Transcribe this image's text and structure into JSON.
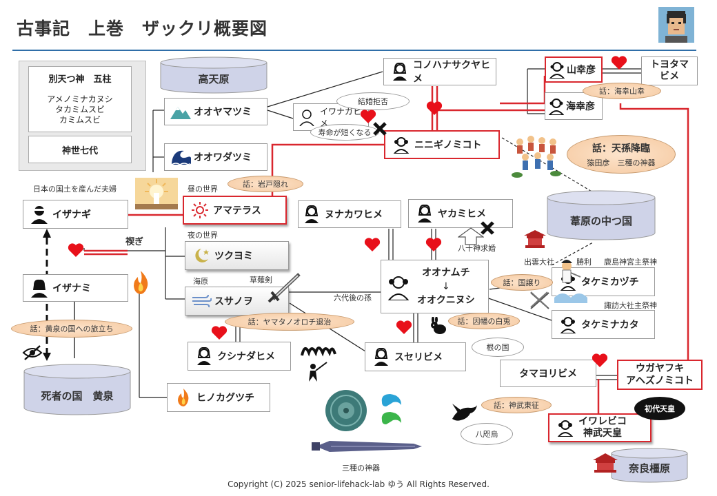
{
  "title": "古事記　上巻　ザックリ概要図",
  "copyright": "Copyright (C) 2025 senior-lifehack-lab ゆう All Rights Reserved.",
  "panel": {
    "betsuama_title": "別天つ神　五柱",
    "betsuama_names": [
      "アメノミナカヌシ",
      "タカミムスビ",
      "カミムスビ"
    ],
    "kamiyo_label": "神世七代"
  },
  "places": {
    "takamagahara": "高天原",
    "ashihara": "葦原の中つ国",
    "yomi": "死者の国　黄泉",
    "nara": "奈良橿原"
  },
  "deities": {
    "ooyamatsumi": "オオヤマツミ",
    "oowadatsumi": "オオワダツミ",
    "konohana": "コノハナサクヤヒメ",
    "iwanaga": "イワナガヒメ",
    "ninigi": "ニニギノミコト",
    "yamasachi": "山幸彦",
    "umisachi": "海幸彦",
    "toyotama": [
      "トヨタマ",
      "ビメ"
    ],
    "izanagi": "イザナギ",
    "izanami": "イザナミ",
    "amaterasu": "アマテラス",
    "tsukuyomi": "ツクヨミ",
    "susanoo": "スサノヲ",
    "kushinada": "クシナダヒメ",
    "hinokagutsuchi": "ヒノカグツチ",
    "nunakawa": "ヌナカワヒメ",
    "yakami": "ヤカミヒメ",
    "oonamuchi": [
      "オオナムチ",
      "↓",
      "オオクニヌシ"
    ],
    "suseri": "スセリビメ",
    "takemikazuchi": "タケミカヅチ",
    "takeminakata": "タケミナカタ",
    "tamayori": "タマヨリビメ",
    "ugaya": [
      "ウガヤフキ",
      "アヘズノミコト"
    ],
    "iwarebiko": [
      "イワレビコ",
      "神武天皇"
    ]
  },
  "bubbles": {
    "kekkon": "結婚拒否",
    "jumyou": "寿命が短くなる",
    "tenson": "話：天孫降臨",
    "tenson_sub": "猿田彦　三種の神器",
    "iwato": "話：岩戸隠れ",
    "umisachi_story": "話：海幸山幸",
    "kuniyuzuri": "話：国譲り",
    "orochi": "話：ヤマタノオロチ退治",
    "usagi": "話：因幡の白兎",
    "nenokuni": "根の国",
    "yomi_trip": "話：黄泉の国への旅立ち",
    "jinmu": "話：神武東征",
    "yatagarasu": "八咫烏",
    "shodai": "初代天皇"
  },
  "notes": {
    "fuufu": "日本の国土を産んだ夫婦",
    "hiru": "昼の世界",
    "yoru": "夜の世界",
    "unabara": "海原",
    "kusanagi": "草薙剣",
    "misogi": "禊ぎ",
    "rokudai": "六代後の孫",
    "yasogami": "八十神求婚",
    "izumo": "出雲大社",
    "shouri": "勝利",
    "kashima": "鹿島神宮主祭神",
    "suwa": "諏訪大社主祭神",
    "sanshu": "三種の神器"
  },
  "colors": {
    "red": "#d9272e",
    "accent_blue": "#2f6ea8",
    "bubble_orange": "#f5c9a0",
    "place_fill": "#cfd3e8"
  }
}
